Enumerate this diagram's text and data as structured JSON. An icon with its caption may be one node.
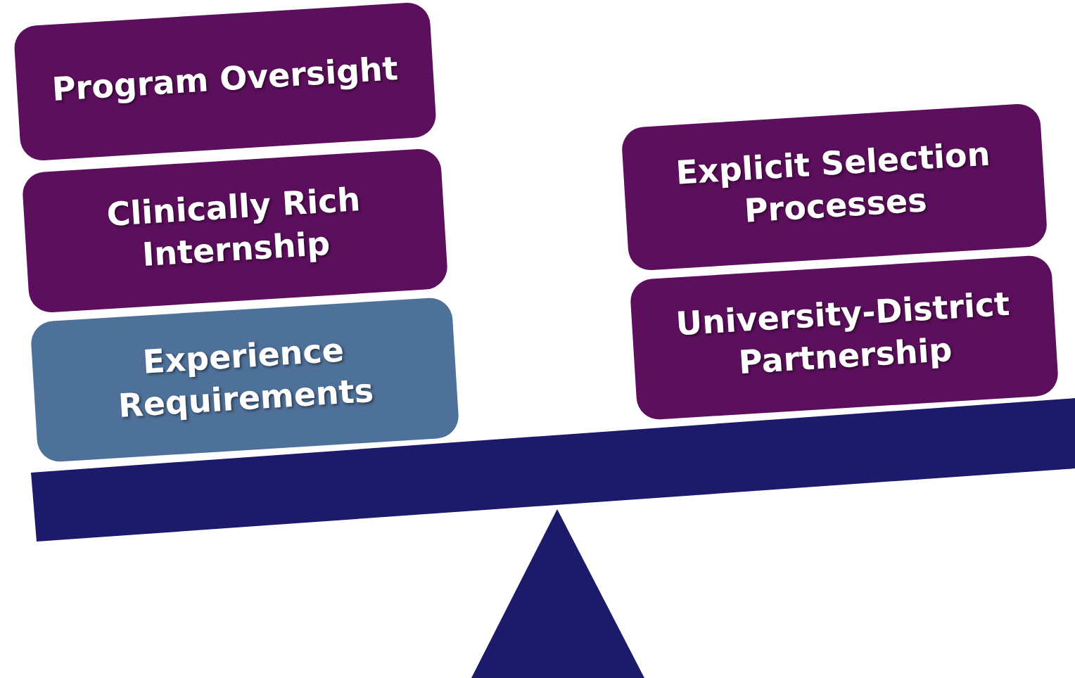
{
  "diagram": {
    "nodes": [
      {
        "text": [
          "Program Oversight"
        ]
      },
      {
        "text": [
          "Clinically Rich Internship"
        ]
      },
      {
        "text": [
          "Experience Requirements"
        ]
      },
      {
        "text": [
          "Explicit Selection Processes"
        ]
      },
      {
        "text": [
          "University-District Partnership"
        ]
      }
    ]
  }
}
